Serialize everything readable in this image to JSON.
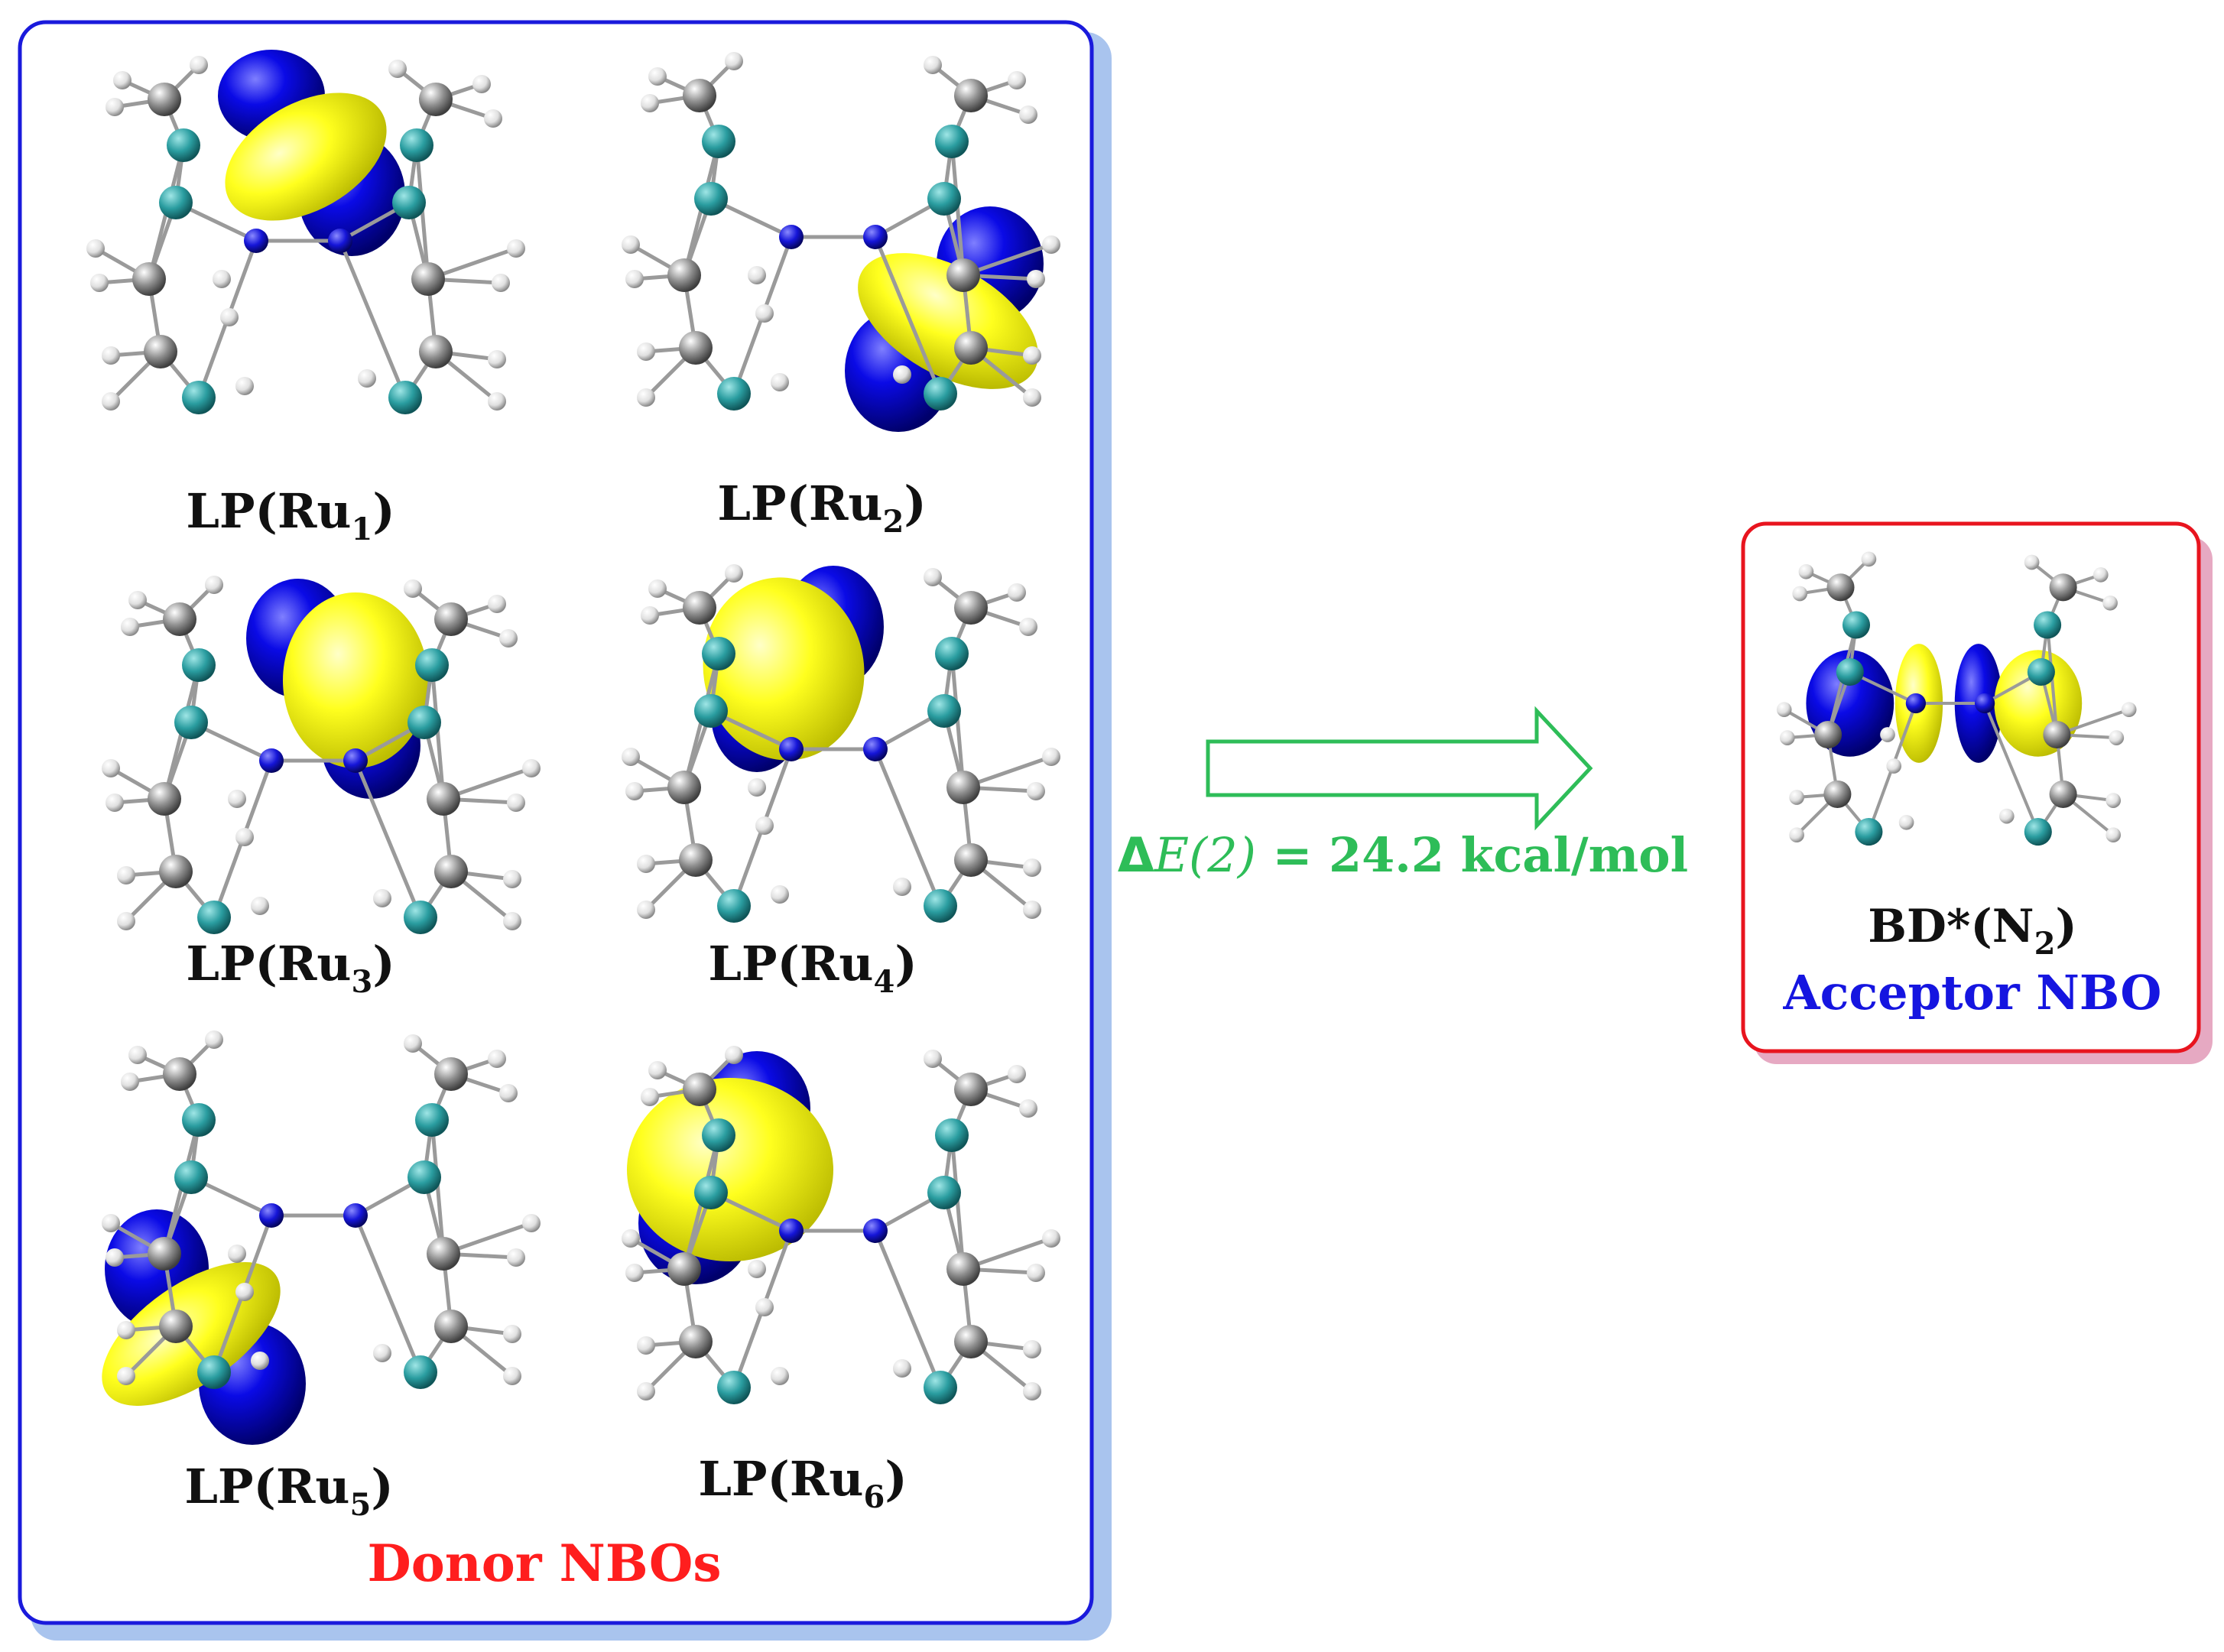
{
  "donor_panel": {
    "orbitals": [
      {
        "base": "LP(Ru",
        "sub": "1",
        "close": ")"
      },
      {
        "base": "LP(Ru",
        "sub": "2",
        "close": ")"
      },
      {
        "base": "LP(Ru",
        "sub": "3",
        "close": ")"
      },
      {
        "base": "LP(Ru",
        "sub": "4",
        "close": ")"
      },
      {
        "base": "LP(Ru",
        "sub": "5",
        "close": ")"
      },
      {
        "base": "LP(Ru",
        "sub": "6",
        "close": ")"
      }
    ],
    "title": "Donor NBOs"
  },
  "interaction": {
    "delta": "Δ",
    "symbol": "E(2)",
    "value_text": " = 24.2 kcal/mol"
  },
  "acceptor_panel": {
    "orbital": {
      "base": "BD*(N",
      "sub": "2",
      "close": ")"
    },
    "title": "Acceptor NBO"
  },
  "colors": {
    "donor_border": "#1a1adc",
    "donor_shadow": "#a9c4ee",
    "acceptor_border": "#e8141e",
    "acceptor_shadow": "#e6a9c2",
    "lobe_positive": "#ffff1e",
    "lobe_negative": "#0a0ae6",
    "arrow": "#2ebd58",
    "donor_title": "#ff1e1e",
    "acceptor_title": "#1515e0",
    "label": "#111111",
    "atom_ru": "#2a9da0",
    "atom_c": "#8e8e8e",
    "atom_n": "#1515d8",
    "atom_h": "#e8e8e8"
  }
}
